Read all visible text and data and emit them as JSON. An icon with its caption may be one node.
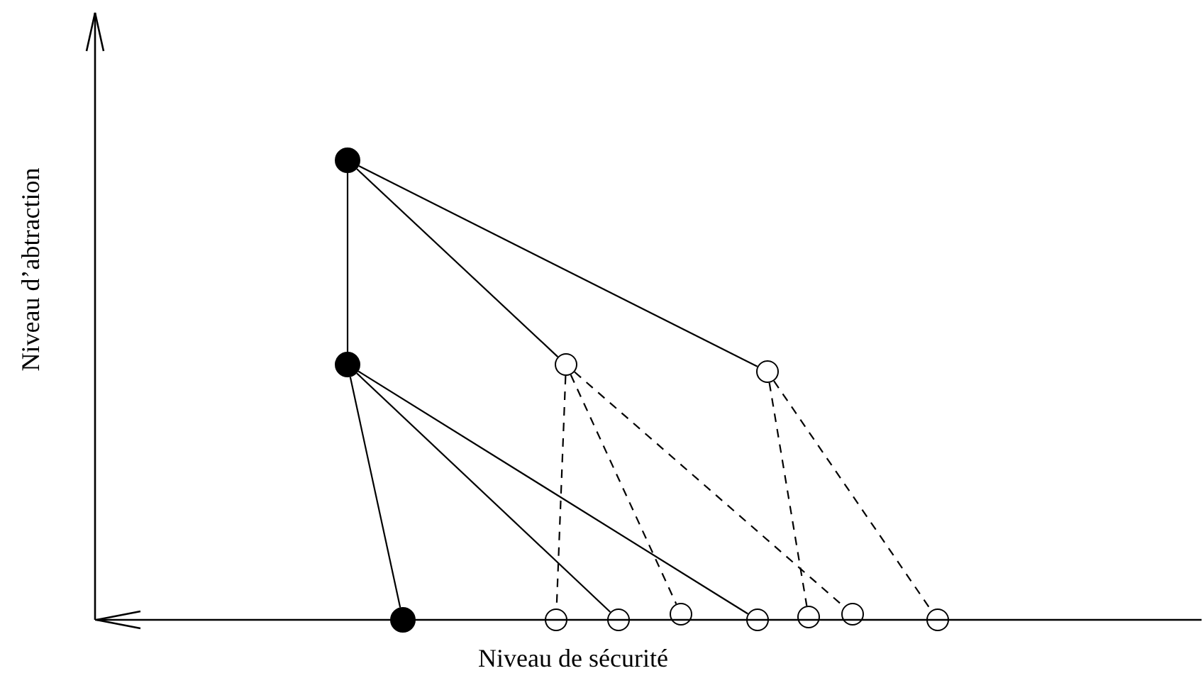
{
  "diagram": {
    "nodes": [
      {
        "text": [],
        "shape": "dot"
      },
      {
        "text": [],
        "shape": "dot"
      },
      {
        "text": [],
        "shape": "circle"
      },
      {
        "text": [],
        "shape": "circle"
      },
      {
        "text": [],
        "shape": "dot"
      },
      {
        "text": [],
        "shape": "circle"
      },
      {
        "text": [],
        "shape": "circle"
      },
      {
        "text": [],
        "shape": "circle"
      },
      {
        "text": [],
        "shape": "circle"
      },
      {
        "text": [],
        "shape": "circle"
      },
      {
        "text": [],
        "shape": "circle"
      },
      {
        "text": [],
        "shape": "circle"
      }
    ],
    "edges": [
      {
        "from": 0,
        "to": 1,
        "arrow": "none"
      },
      {
        "from": 0,
        "to": 2,
        "arrow": "none"
      },
      {
        "from": 0,
        "to": 3,
        "arrow": "none"
      },
      {
        "from": 1,
        "to": 4,
        "arrow": "none"
      },
      {
        "from": 1,
        "to": 6,
        "arrow": "none"
      },
      {
        "from": 1,
        "to": 8,
        "arrow": "none"
      },
      {
        "from": 2,
        "to": 5,
        "arrow": "none",
        "style": "dashed"
      },
      {
        "from": 2,
        "to": 7,
        "arrow": "none",
        "style": "dashed"
      },
      {
        "from": 2,
        "to": 10,
        "arrow": "none",
        "style": "dashed"
      },
      {
        "from": 3,
        "to": 9,
        "arrow": "none",
        "style": "dashed"
      },
      {
        "from": 3,
        "to": 11,
        "arrow": "none",
        "style": "dashed"
      }
    ],
    "labels": [
      "Niveau d’abtraction",
      "Niveau de sécurité"
    ]
  }
}
